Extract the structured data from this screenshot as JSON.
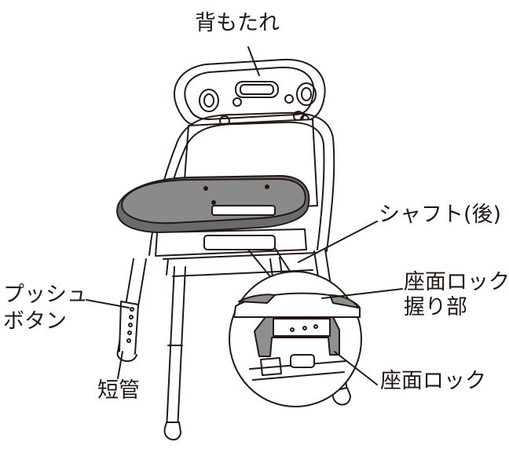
{
  "labels": {
    "backrest": "背もたれ",
    "shaft_rear": "シャフト(後)",
    "seat_lock_grip_line1": "座面ロック",
    "seat_lock_grip_line2": "握り部",
    "seat_lock": "座面ロック",
    "push_button_line1": "プッシ",
    "push_button_line1b": "ュ",
    "push_button_line2": "ボタン",
    "short_tube": "短管"
  },
  "colors": {
    "line": "#231815",
    "seat_fill": "#6b6b6b",
    "seat_top": "#8a8a8a",
    "lock_fill": "#8f8f8f",
    "background": "#ffffff"
  }
}
